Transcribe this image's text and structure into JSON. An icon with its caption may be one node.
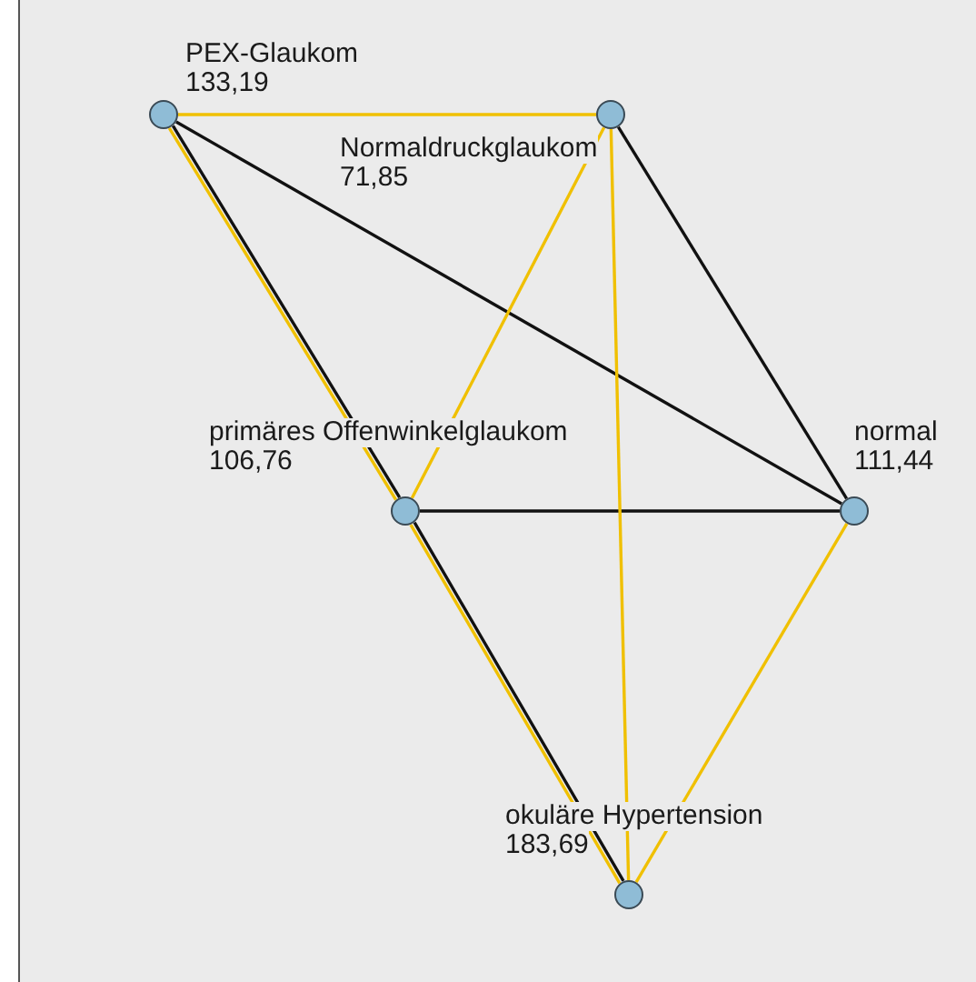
{
  "diagram": {
    "nodes": [
      {
        "text": [
          "PEX-Glaukom",
          "133,19"
        ]
      },
      {
        "text": [
          "Normaldruckglaukom",
          "71,85"
        ]
      },
      {
        "text": [
          "primäres Offenwinkelglaukom",
          "106,76"
        ]
      },
      {
        "text": [
          "normal",
          "111,44"
        ]
      },
      {
        "text": [
          "okuläre Hypertension",
          "183,69"
        ]
      }
    ],
    "edges": [
      {
        "from": 0,
        "to": 3,
        "arrow": "none",
        "color": "#111111"
      },
      {
        "from": 1,
        "to": 3,
        "arrow": "none",
        "color": "#111111"
      },
      {
        "from": 2,
        "to": 3,
        "arrow": "none",
        "color": "#111111"
      },
      {
        "from": 0,
        "to": 2,
        "arrow": "none",
        "color": "#111111"
      },
      {
        "from": 2,
        "to": 4,
        "arrow": "none",
        "color": "#111111"
      },
      {
        "from": 0,
        "to": 2,
        "arrow": "none",
        "color": "#f0c000"
      },
      {
        "from": 2,
        "to": 4,
        "arrow": "none",
        "color": "#f0c000"
      },
      {
        "from": 0,
        "to": 1,
        "arrow": "none",
        "color": "#f0c000"
      },
      {
        "from": 1,
        "to": 2,
        "arrow": "none",
        "color": "#f0c000"
      },
      {
        "from": 1,
        "to": 4,
        "arrow": "none",
        "color": "#f0c000"
      },
      {
        "from": 3,
        "to": 4,
        "arrow": "none",
        "color": "#f0c000"
      }
    ]
  }
}
